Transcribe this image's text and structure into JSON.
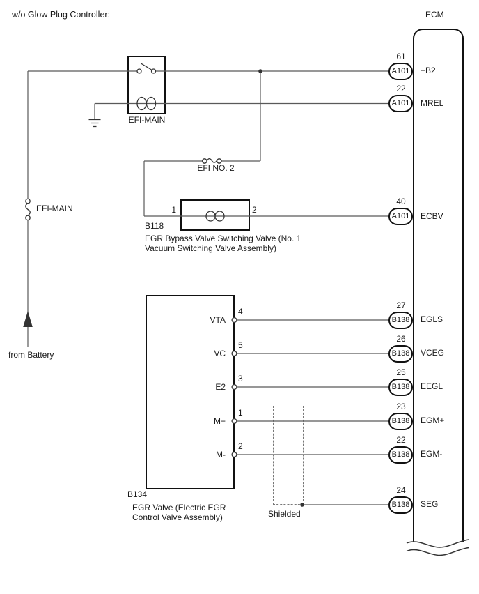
{
  "title": "w/o Glow Plug Controller:",
  "ecm": {
    "label": "ECM",
    "pins": [
      {
        "number": "61",
        "connector": "A101",
        "name": "+B2"
      },
      {
        "number": "22",
        "connector": "A101",
        "name": "MREL"
      },
      {
        "number": "40",
        "connector": "A101",
        "name": "ECBV"
      },
      {
        "number": "27",
        "connector": "B138",
        "name": "EGLS"
      },
      {
        "number": "26",
        "connector": "B138",
        "name": "VCEG"
      },
      {
        "number": "25",
        "connector": "B138",
        "name": "EEGL"
      },
      {
        "number": "23",
        "connector": "B138",
        "name": "EGM+"
      },
      {
        "number": "22",
        "connector": "B138",
        "name": "EGM-"
      },
      {
        "number": "24",
        "connector": "B138",
        "name": "SEG"
      }
    ]
  },
  "relay": {
    "label": "EFI-MAIN"
  },
  "fuses": {
    "efi_no2": "EFI NO. 2",
    "efi_main": "EFI-MAIN"
  },
  "b118": {
    "code": "B118",
    "pin_left": "1",
    "pin_right": "2",
    "description_line1": "EGR Bypass Valve Switching Valve (No. 1",
    "description_line2": "Vacuum Switching Valve Assembly)"
  },
  "b134": {
    "code": "B134",
    "description_line1": "EGR Valve (Electric EGR",
    "description_line2": "Control Valve Assembly)",
    "pins": [
      {
        "name": "VTA",
        "number": "4"
      },
      {
        "name": "VC",
        "number": "5"
      },
      {
        "name": "E2",
        "number": "3"
      },
      {
        "name": "M+",
        "number": "1"
      },
      {
        "name": "M-",
        "number": "2"
      }
    ]
  },
  "annotations": {
    "shielded": "Shielded",
    "from_battery": "from Battery"
  },
  "colors": {
    "background": "#ffffff",
    "wire": "#595959",
    "outline": "#1a1a1a",
    "text": "#1a1a1a"
  }
}
